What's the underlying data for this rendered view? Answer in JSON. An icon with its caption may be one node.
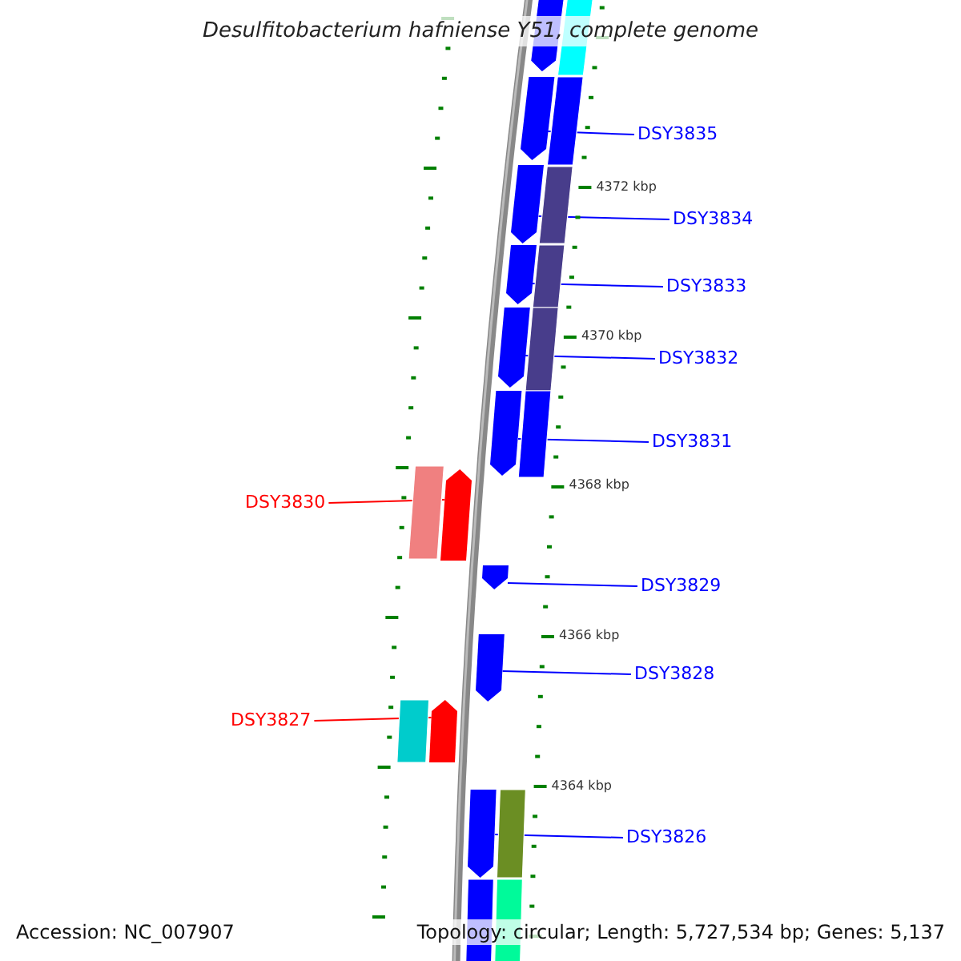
{
  "diagram": {
    "title": "Desulfitobacterium hafniense Y51, complete genome",
    "nodes": [
      {
        "text": [
          "DSY3835"
        ]
      },
      {
        "text": [],
        "shape": "pentagon"
      },
      {
        "text": [
          "DSY3834"
        ]
      },
      {
        "text": [],
        "shape": "pentagon"
      },
      {
        "text": [
          "DSY3833"
        ]
      },
      {
        "text": [],
        "shape": "pentagon"
      },
      {
        "text": [
          "DSY3832"
        ]
      },
      {
        "text": [],
        "shape": "pentagon"
      },
      {
        "text": [
          "DSY3831"
        ]
      },
      {
        "text": [],
        "shape": "pentagon"
      },
      {
        "text": [
          "DSY3830"
        ]
      },
      {
        "text": [],
        "shape": "pentagon"
      },
      {
        "text": [
          "DSY3829"
        ]
      },
      {
        "text": [],
        "shape": "pentagon"
      },
      {
        "text": [
          "DSY3828"
        ]
      },
      {
        "text": [],
        "shape": "pentagon"
      },
      {
        "text": [
          "DSY3827"
        ]
      },
      {
        "text": [],
        "shape": "pentagon"
      },
      {
        "text": [
          "DSY3826"
        ]
      },
      {
        "text": [],
        "shape": "pentagon"
      }
    ],
    "edges": [
      {
        "from": 0,
        "to": 1,
        "arrow": "none"
      },
      {
        "from": 2,
        "to": 3,
        "arrow": "none"
      },
      {
        "from": 4,
        "to": 5,
        "arrow": "none"
      },
      {
        "from": 6,
        "to": 7,
        "arrow": "none"
      },
      {
        "from": 8,
        "to": 9,
        "arrow": "none"
      },
      {
        "from": 10,
        "to": 11,
        "arrow": "none",
        "color": "#ff0000"
      },
      {
        "from": 12,
        "to": 13,
        "arrow": "none"
      },
      {
        "from": 14,
        "to": 15,
        "arrow": "none"
      },
      {
        "from": 16,
        "to": 17,
        "arrow": "none",
        "color": "#ff0000"
      },
      {
        "from": 18,
        "to": 19,
        "arrow": "none"
      }
    ],
    "labels": [
      "4372 kbp",
      "4370 kbp",
      "4368 kbp",
      "4366 kbp",
      "4364 kbp",
      "Accession: NC_007907",
      "Topology: circular; Length: 5,727,534 bp; Genes: 5,137"
    ]
  }
}
